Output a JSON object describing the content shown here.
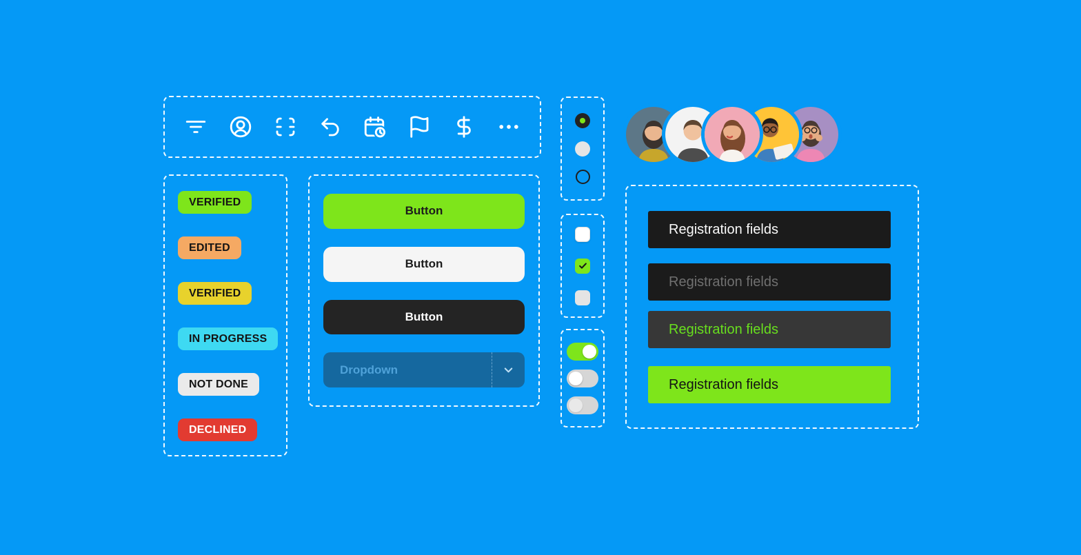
{
  "canvas": {
    "bg_color": "#0599F6",
    "dashed_border_color": "#FFFFFF"
  },
  "toolbar": {
    "icons": [
      "filter",
      "user",
      "scan",
      "undo",
      "calendar-clock",
      "flag",
      "dollar",
      "ellipsis"
    ],
    "icon_color": "#FFFFFF"
  },
  "badges": [
    {
      "label": "VERIFIED",
      "bg": "#7EE51B",
      "text_color": "#141414"
    },
    {
      "label": "EDITED",
      "bg": "#F5A963",
      "text_color": "#141414"
    },
    {
      "label": "VERIFIED",
      "bg": "#E8D22C",
      "text_color": "#141414"
    },
    {
      "label": "IN PROGRESS",
      "bg": "#3ED9F2",
      "text_color": "#141414"
    },
    {
      "label": "NOT DONE",
      "bg": "#EAEAEA",
      "text_color": "#141414"
    },
    {
      "label": "DECLINED",
      "bg": "#E23B31",
      "text_color": "#FFFFFF"
    }
  ],
  "buttons": [
    {
      "label": "Button",
      "variant": "primary-green",
      "bg": "#7EE51B",
      "text_color": "#1C1C1C"
    },
    {
      "label": "Button",
      "variant": "light",
      "bg": "#F5F5F5",
      "text_color": "#1C1C1C"
    },
    {
      "label": "Button",
      "variant": "dark",
      "bg": "#242424",
      "text_color": "#FFFFFF"
    }
  ],
  "dropdown": {
    "label": "Dropdown",
    "bg": "#15689F",
    "text_color": "#4FA2D9",
    "chevron_color": "#BFE0F5"
  },
  "radios": [
    {
      "state": "selected",
      "colors": {
        "circle": "#232323",
        "dot": "#7EE51B"
      }
    },
    {
      "state": "disabled",
      "colors": {
        "circle": "#E5E5E5"
      }
    },
    {
      "state": "unselected",
      "colors": {
        "ring": "#1F1F1F"
      }
    }
  ],
  "checkboxes": [
    {
      "state": "unchecked",
      "bg": "#FFFFFF"
    },
    {
      "state": "checked",
      "bg": "#7EE51B",
      "check_color": "#151515"
    },
    {
      "state": "disabled",
      "bg": "#E4E4E4"
    }
  ],
  "toggles": [
    {
      "state": "on",
      "track": "#7EE51B",
      "knob": "#FFFFFF"
    },
    {
      "state": "off",
      "track": "#D6D6D6",
      "knob": "#FFFFFF"
    },
    {
      "state": "disabled",
      "track": "#D6D6D6",
      "knob": "#E9E9E9"
    }
  ],
  "avatars": [
    {
      "name": "woman-dark-hair",
      "bg": "#5D7787"
    },
    {
      "name": "man-smiling",
      "bg": "#F3F3F3"
    },
    {
      "name": "woman-winking",
      "bg": "#F1A9B6"
    },
    {
      "name": "man-with-laptop",
      "bg": "#FFC437"
    },
    {
      "name": "woman-surprised",
      "bg": "#A78FC3"
    }
  ],
  "registration_fields": [
    {
      "label": "Registration fields",
      "state": "filled-dark",
      "bg": "#1B1B1B",
      "text_color": "#FAFAFA"
    },
    {
      "label": "Registration fields",
      "state": "placeholder-dark",
      "bg": "#1B1B1B",
      "text_color": "#707070"
    },
    {
      "label": "Registration fields",
      "state": "active-dark",
      "bg": "#373737",
      "text_color": "#68DF1E"
    },
    {
      "label": "Registration fields",
      "state": "filled-green",
      "bg": "#7EE51B",
      "text_color": "#141414"
    }
  ]
}
